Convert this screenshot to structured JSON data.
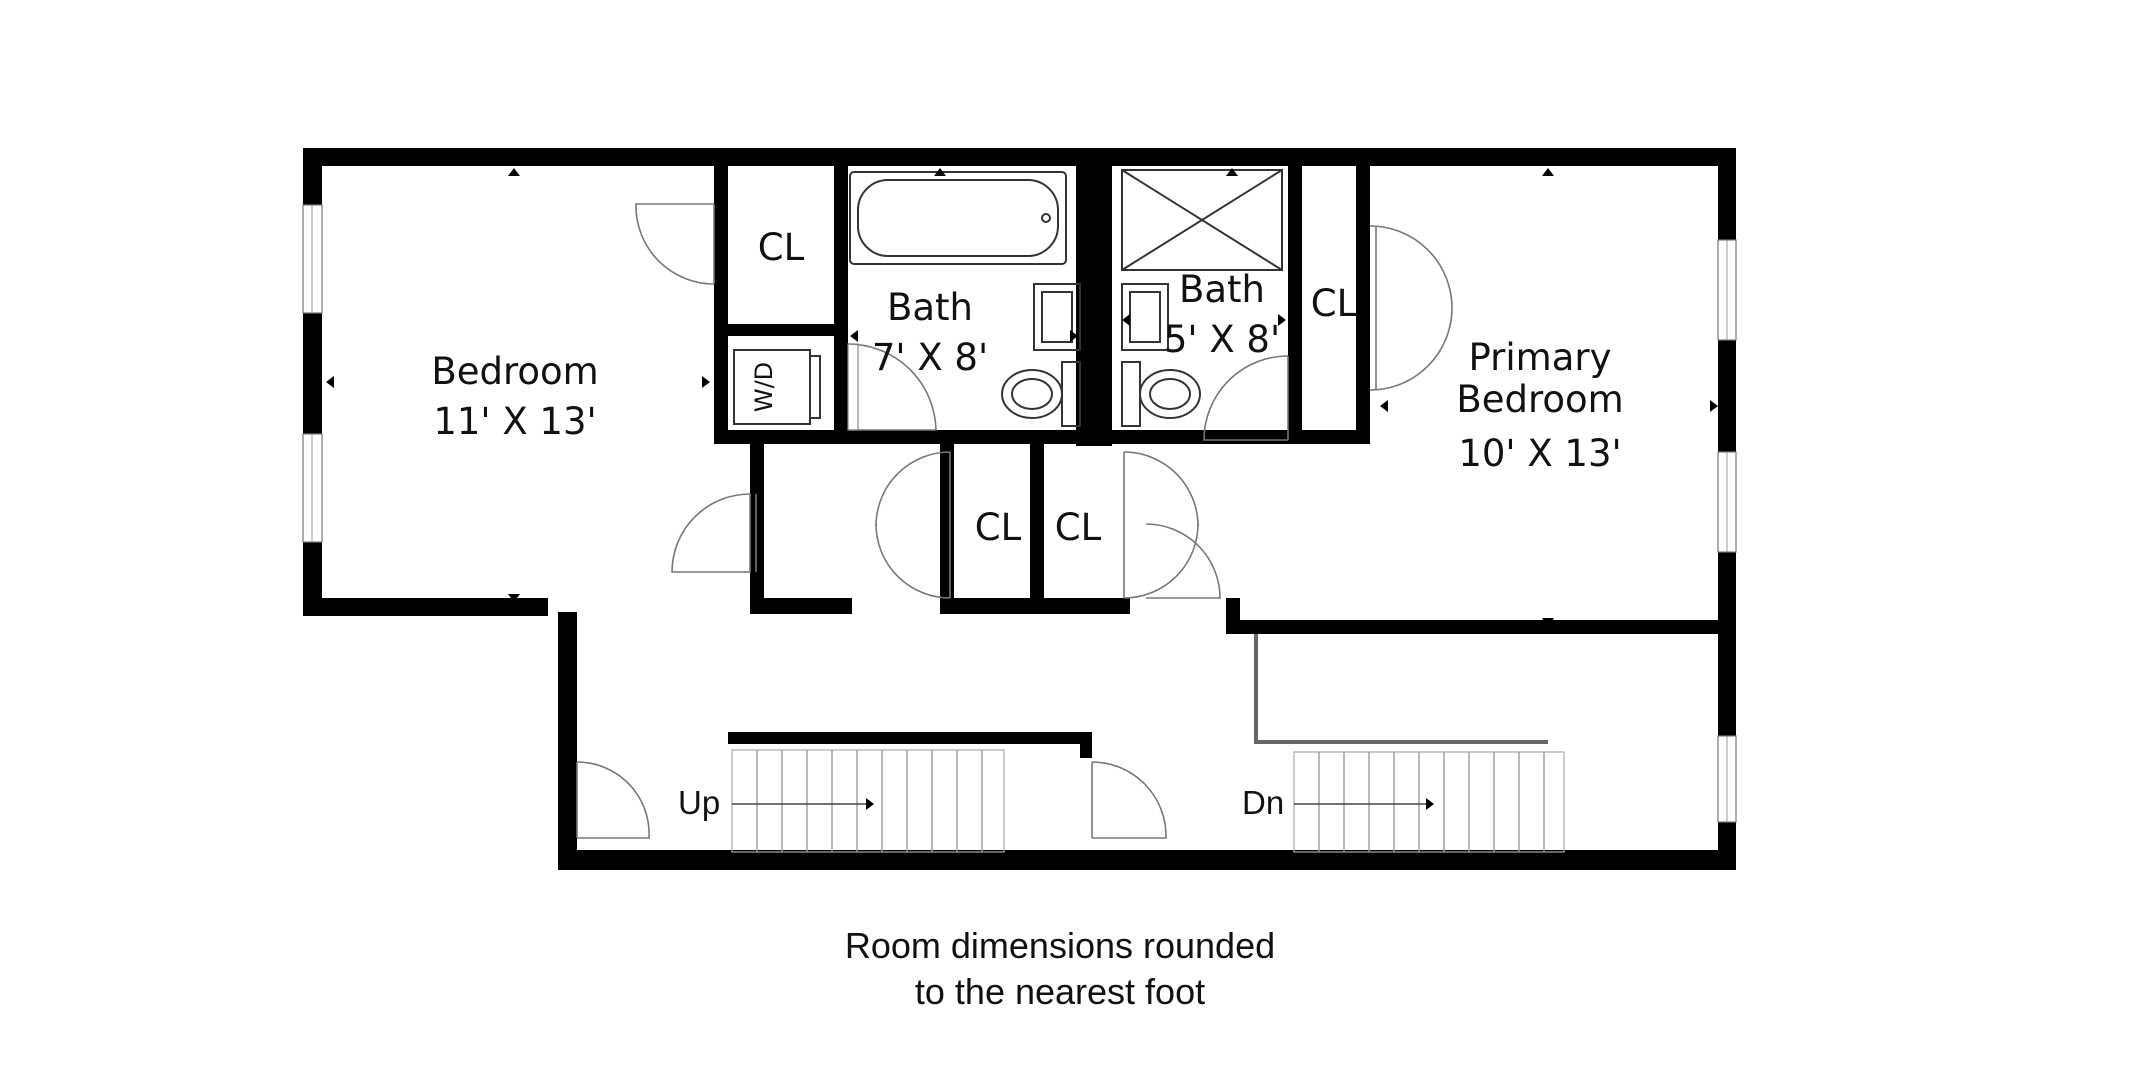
{
  "rooms": {
    "bedroom": {
      "name": "Bedroom",
      "size": "11' X 13'"
    },
    "bath1": {
      "name": "Bath",
      "size": "7' X 8'"
    },
    "bath2": {
      "name": "Bath",
      "size": "5' X 8'"
    },
    "primary": {
      "line1": "Primary",
      "line2": "Bedroom",
      "size": "10' X 13'"
    }
  },
  "closets": {
    "cl1": "CL",
    "cl2": "CL",
    "cl3": "CL",
    "cl4": "CL"
  },
  "washer_dryer": "W/D",
  "stairs": {
    "up": "Up",
    "down": "Dn"
  },
  "note": {
    "line1": "Room dimensions rounded",
    "line2": "to the nearest foot"
  }
}
